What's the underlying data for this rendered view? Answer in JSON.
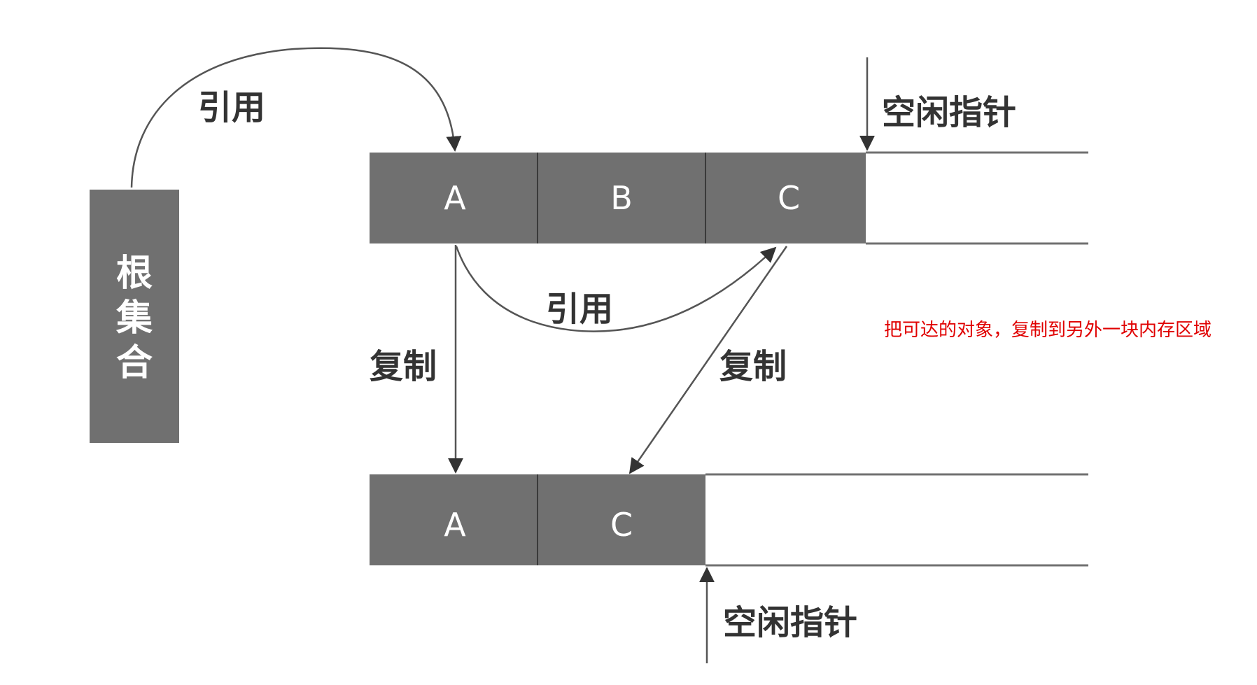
{
  "root_set": {
    "label_chars": [
      "根",
      "集",
      "合"
    ]
  },
  "from_space": {
    "cells": [
      "A",
      "B",
      "C"
    ],
    "free_pointer_label": "空闲指针"
  },
  "to_space": {
    "cells": [
      "A",
      "C"
    ],
    "free_pointer_label": "空闲指针"
  },
  "labels": {
    "ref_root_to_a": "引用",
    "ref_a_to_c": "引用",
    "copy_a": "复制",
    "copy_c": "复制"
  },
  "annotation": "把可达的对象，复制到另外一块内存区域",
  "colors": {
    "cell_fill": "#707070",
    "cell_text": "#ffffff",
    "line": "#444444",
    "annotation": "#e00000"
  }
}
